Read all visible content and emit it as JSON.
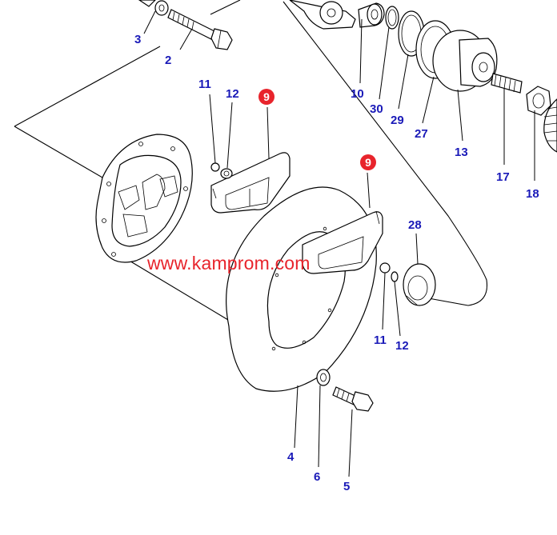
{
  "watermark": "www.kamprom.com",
  "colors": {
    "callout": "#1a1ab8",
    "badge": "#e8242c",
    "line": "#000000"
  },
  "callouts": {
    "c2": "2",
    "c3": "3",
    "c4": "4",
    "c5": "5",
    "c6": "6",
    "c10": "10",
    "c11a": "11",
    "c11b": "11",
    "c12a": "12",
    "c12b": "12",
    "c13": "13",
    "c17": "17",
    "c18": "18",
    "c27": "27",
    "c28": "28",
    "c29": "29",
    "c30": "30"
  },
  "badges": {
    "b9a": "9",
    "b9b": "9"
  }
}
